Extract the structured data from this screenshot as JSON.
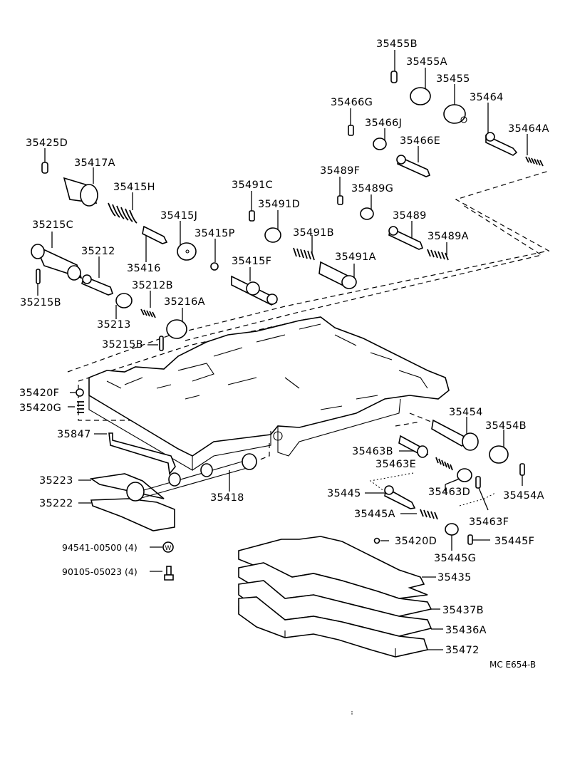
{
  "diagram": {
    "title": "Valve Body Assembly Exploded View",
    "code": "MC E654-B",
    "labels": {
      "p35455B": "35455B",
      "p35455A": "35455A",
      "p35455": "35455",
      "p35464": "35464",
      "p35464A": "35464A",
      "p35466G": "35466G",
      "p35466J": "35466J",
      "p35466E": "35466E",
      "p35489F": "35489F",
      "p35489G": "35489G",
      "p35489": "35489",
      "p35489A": "35489A",
      "p35491C": "35491C",
      "p35491D": "35491D",
      "p35491B": "35491B",
      "p35491A": "35491A",
      "p35425D": "35425D",
      "p35417A": "35417A",
      "p35415H": "35415H",
      "p35415J": "35415J",
      "p35415P": "35415P",
      "p35415F": "35415F",
      "p35416": "35416",
      "p35215C": "35215C",
      "p35212": "35212",
      "p35212B": "35212B",
      "p35216A": "35216A",
      "p35215B_a": "35215B",
      "p35213": "35213",
      "p35215B_b": "35215B",
      "p35420F": "35420F",
      "p35420G": "35420G",
      "p35847": "35847",
      "p35223": "35223",
      "p35222": "35222",
      "p35418": "35418",
      "p94541": "94541-00500 (4)",
      "p90105": "90105-05023 (4)",
      "p35454": "35454",
      "p35454B": "35454B",
      "p35463B": "35463B",
      "p35463E": "35463E",
      "p35463D": "35463D",
      "p35454A": "35454A",
      "p35445": "35445",
      "p35463F": "35463F",
      "p35445A": "35445A",
      "p35420D": "35420D",
      "p35445F": "35445F",
      "p35445G": "35445G",
      "p35435": "35435",
      "p35437B": "35437B",
      "p35436A": "35436A",
      "p35472": "35472"
    },
    "washer_symbol": "W"
  }
}
